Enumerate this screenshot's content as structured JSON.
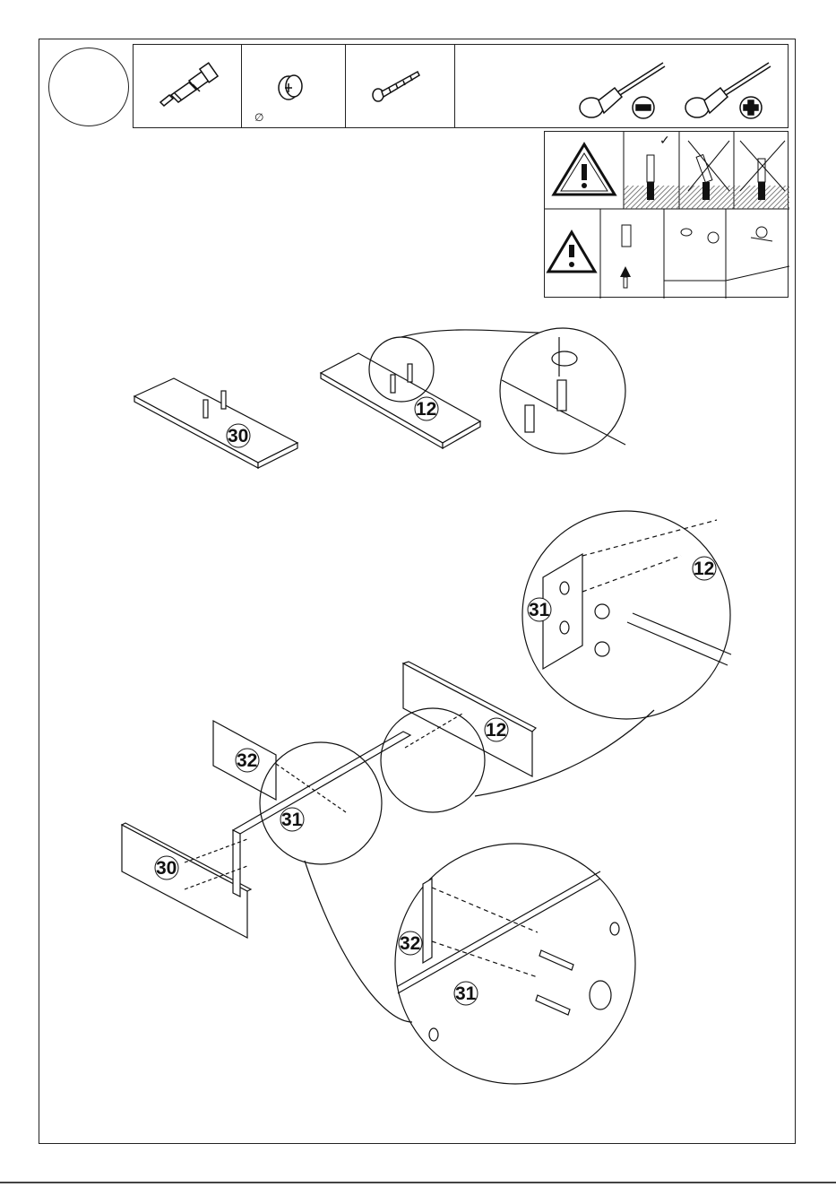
{
  "step": {
    "number": ""
  },
  "hardware": {
    "cells": [
      {
        "name": "cam-bolt",
        "label": ""
      },
      {
        "name": "cam-lock",
        "label": "∅"
      },
      {
        "name": "screw",
        "label": ""
      },
      {
        "name": "screwdrivers",
        "label": ""
      }
    ]
  },
  "warnings": {
    "correct_mark": "✓",
    "incorrect_mark": "✕"
  },
  "parts": {
    "p30": "30",
    "p12": "12",
    "p31": "31",
    "p32": "32"
  }
}
